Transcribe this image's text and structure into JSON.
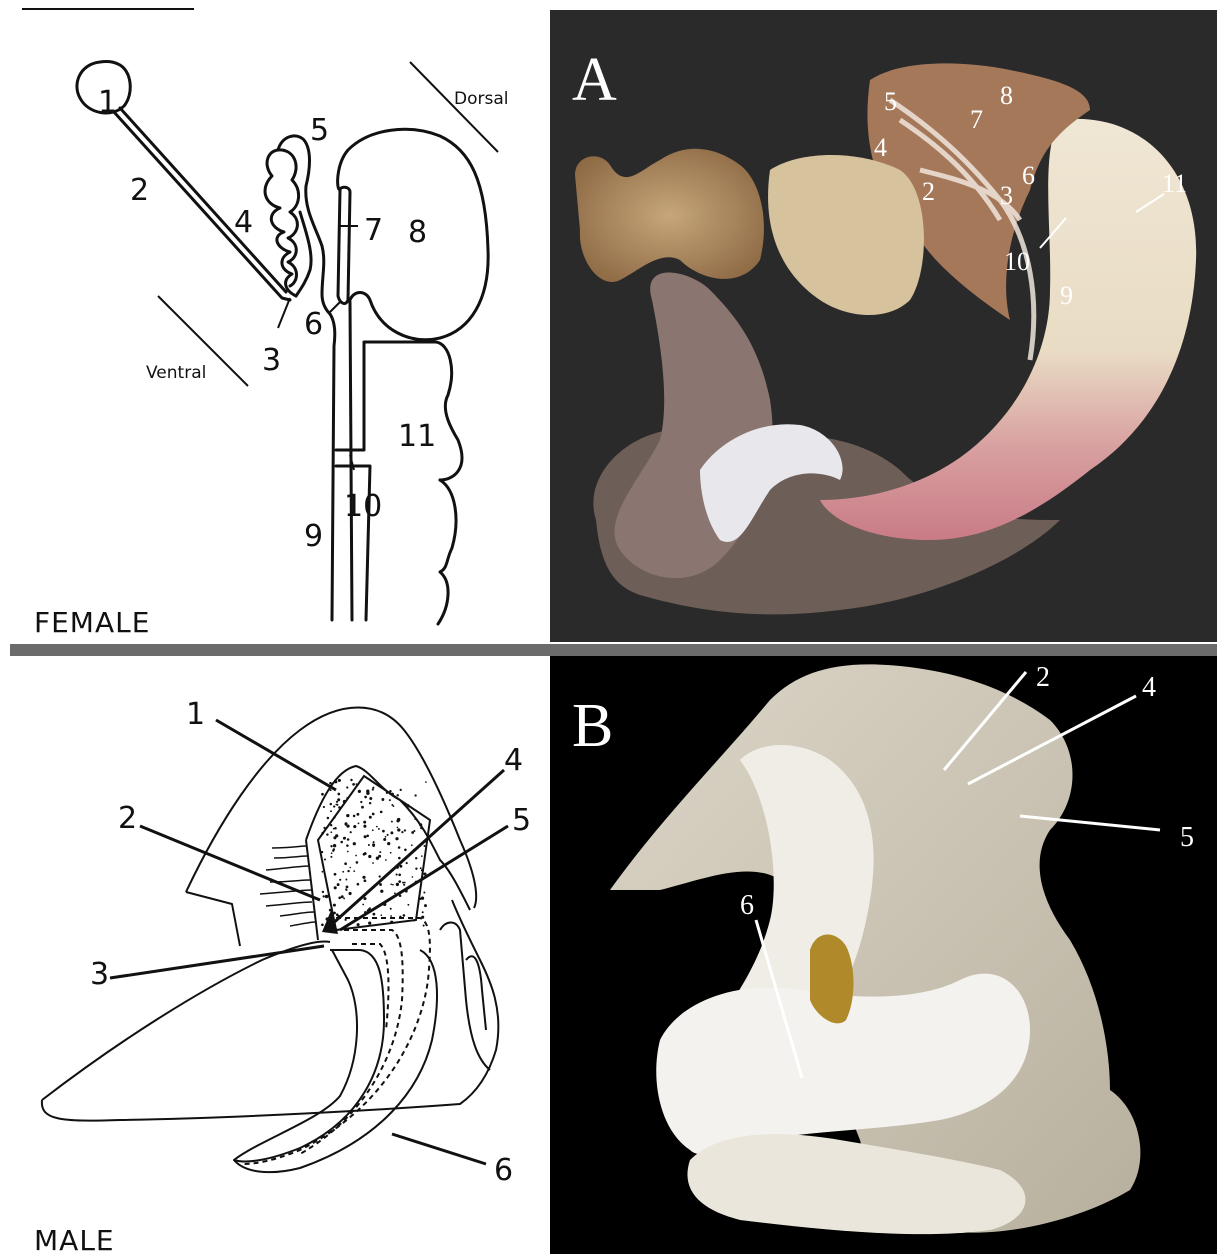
{
  "female": {
    "caption": "FEMALE",
    "dorsal": "Dorsal",
    "ventral": "Ventral",
    "labels": [
      "1",
      "2",
      "3",
      "4",
      "5",
      "6",
      "7",
      "8",
      "9",
      "10",
      "11"
    ]
  },
  "male": {
    "caption": "MALE",
    "labels": [
      "1",
      "2",
      "3",
      "4",
      "5",
      "6"
    ]
  },
  "photo_a": {
    "letter": "A",
    "labels": [
      "5",
      "8",
      "7",
      "4",
      "6",
      "2",
      "3",
      "11",
      "10",
      "9"
    ]
  },
  "photo_b": {
    "letter": "B",
    "labels": [
      "2",
      "4",
      "5",
      "6"
    ]
  },
  "colors": {
    "divider": "#6b6b6b",
    "photo_bg": "#2b2b2b",
    "photo_b_bg": "#000000"
  }
}
